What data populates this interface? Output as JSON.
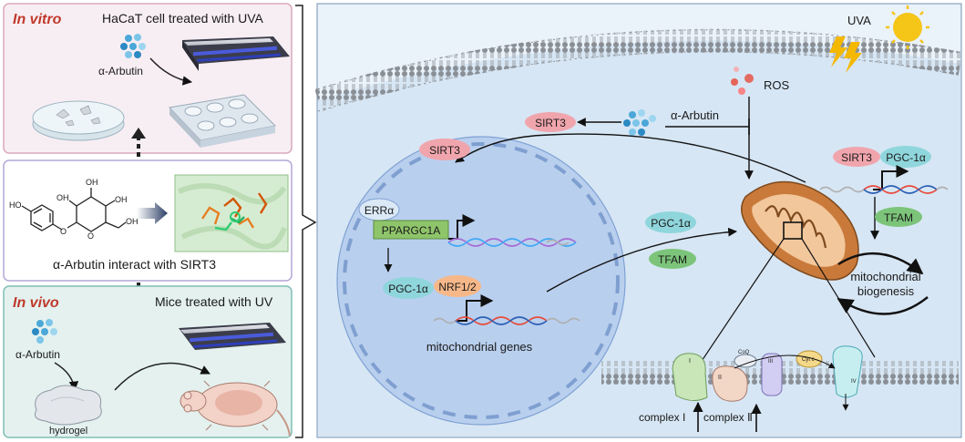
{
  "left_panel": {
    "in_vitro": {
      "title": "In vitro",
      "caption": "HaCaT cell treated with UVA",
      "compound": "α-Arbutin"
    },
    "middle": {
      "caption": "α-Arbutin interact with SIRT3",
      "mol_labels": [
        "HO",
        "O",
        "O",
        "OH",
        "OH",
        "OH",
        "OH"
      ]
    },
    "in_vivo": {
      "title": "In vivo",
      "caption": "Mice treated with UV",
      "compound": "α-Arbutin",
      "hydrogel": "hydrogel"
    }
  },
  "right_panel": {
    "uva": "UVA",
    "ros": "ROS",
    "arbutin": "α-Arbutin",
    "sirt3_top": "SIRT3",
    "sirt3_nucleus": "SIRT3",
    "err": "ERRα",
    "ppargc1a": "PPARGC1A",
    "pgc_nucleus": "PGC-1α",
    "nrf": "NRF1/2",
    "mito_genes": "mitochondrial genes",
    "pgc_mid": "PGC-1α",
    "tfam_mid": "TFAM",
    "sirt3_right": "SIRT3",
    "pgc_right": "PGC-1α",
    "tfam_right": "TFAM",
    "biogenesis_1": "mitochondrial",
    "biogenesis_2": "biogenesis",
    "complex_1": "complex I",
    "complex_2": "complex Ⅱ",
    "etc_labels": {
      "i": "I",
      "ii": "II",
      "iii": "III",
      "iv": "IV",
      "coq": "CoQ",
      "cytc": "Cyt c"
    }
  },
  "colors": {
    "sirt3_fill": "#f0a5ad",
    "pgc_fill": "#8fd6dc",
    "tfam_fill": "#7cc47a",
    "nrf_fill": "#f7b889",
    "ppargc_fill": "#8fc56a",
    "in_vitro_bg": "#f7eef3",
    "in_vivo_bg": "#e4f1ef",
    "cell_bg": "#d7e6f4",
    "nucleus_bg": "#b9cfee",
    "title_red": "#c0392b"
  }
}
